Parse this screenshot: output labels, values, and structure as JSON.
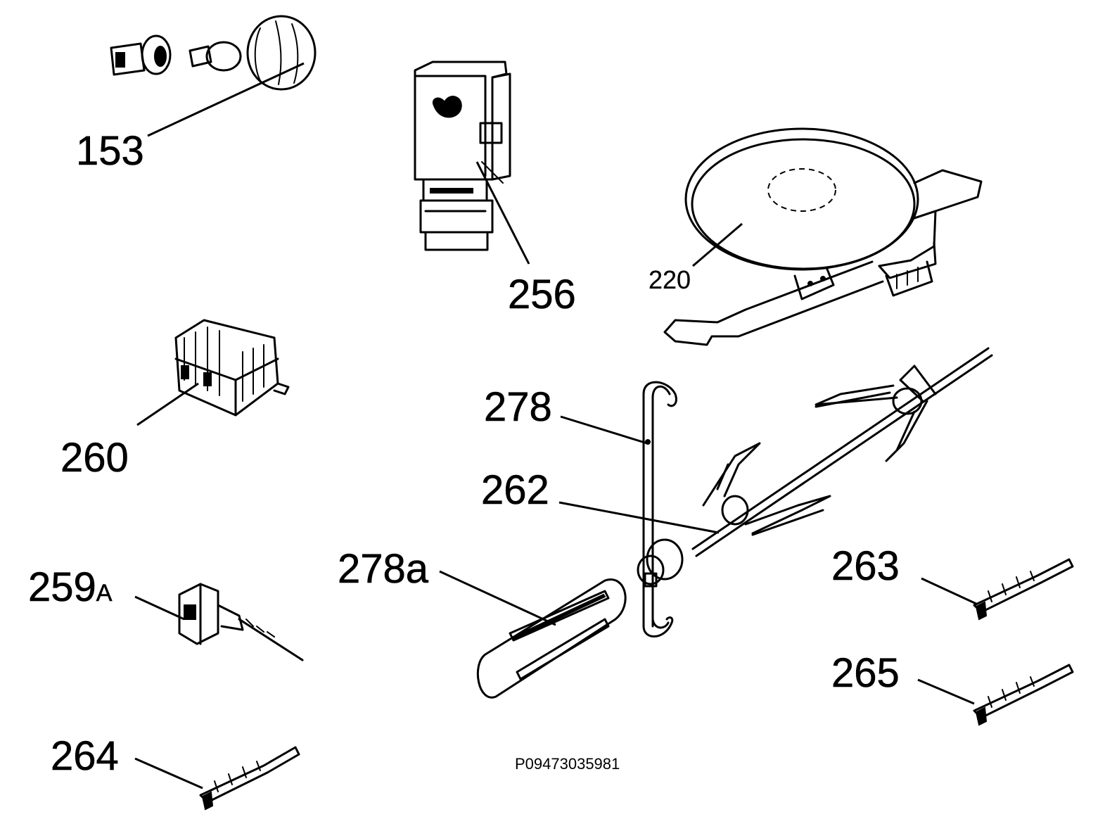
{
  "diagram": {
    "parts": [
      {
        "id": "p153",
        "label": "153"
      },
      {
        "id": "p256",
        "label": "256"
      },
      {
        "id": "p220",
        "label": "220"
      },
      {
        "id": "p260",
        "label": "260"
      },
      {
        "id": "p278",
        "label": "278"
      },
      {
        "id": "p262",
        "label": "262"
      },
      {
        "id": "p278a",
        "label": "278a"
      },
      {
        "id": "p259A",
        "label": "259",
        "suffix": "A"
      },
      {
        "id": "p263",
        "label": "263"
      },
      {
        "id": "p265",
        "label": "265"
      },
      {
        "id": "p264",
        "label": "264"
      }
    ],
    "drawing_code": "P09473035981"
  }
}
